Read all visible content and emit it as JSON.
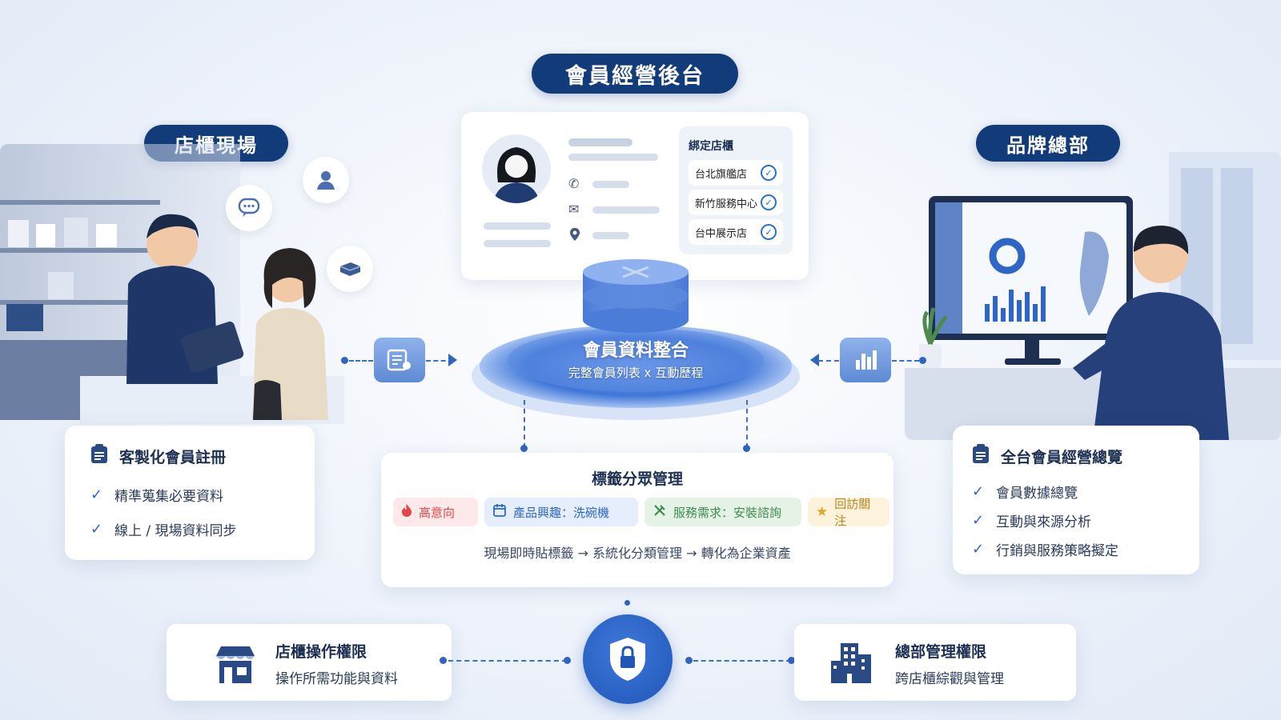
{
  "header": {
    "title": "會員經營後台"
  },
  "left_zone": {
    "title": "店櫃現場"
  },
  "right_zone": {
    "title": "品牌總部"
  },
  "profile_card": {
    "stores_title": "綁定店櫃",
    "stores": [
      "台北旗艦店",
      "新竹服務中心",
      "台中展示店"
    ],
    "icons": [
      "phone-icon",
      "mail-icon",
      "location-pin-icon"
    ]
  },
  "hub": {
    "title": "會員資料整合",
    "subtitle": "完整會員列表 x 互動歷程"
  },
  "left_card": {
    "title": "客製化會員註冊",
    "items": [
      "精準蒐集必要資料",
      "線上 / 現場資料同步"
    ]
  },
  "right_card": {
    "title": "全台會員經營總覽",
    "items": [
      "會員數據總覽",
      "互動與來源分析",
      "行銷與服務策略擬定"
    ]
  },
  "tag_card": {
    "title": "標籤分眾管理",
    "tags": [
      {
        "label": "高意向",
        "icon": "fire-icon",
        "color": "#e04848",
        "bg": "#fde9e9"
      },
      {
        "label": "產品興趣：洗碗機",
        "icon": "calendar-icon",
        "color": "#2f66c6",
        "bg": "#e5eefc"
      },
      {
        "label": "服務需求：安裝諮詢",
        "icon": "tools-icon",
        "color": "#3f8a4f",
        "bg": "#e5f3e7"
      },
      {
        "label": "回訪關注",
        "icon": "star-icon",
        "color": "#b9861d",
        "bg": "#fdf2dc"
      }
    ],
    "flow": "現場即時貼標籤 → 系統化分類管理 → 轉化為企業資產"
  },
  "permissions": {
    "store": {
      "title": "店櫃操作權限",
      "desc": "操作所需功能與資料"
    },
    "hq": {
      "title": "總部管理權限",
      "desc": "跨店櫃綜觀與管理"
    }
  },
  "colors": {
    "navy": "#123b7a",
    "accent": "#2f66c6",
    "lock": "#1f56b8"
  }
}
